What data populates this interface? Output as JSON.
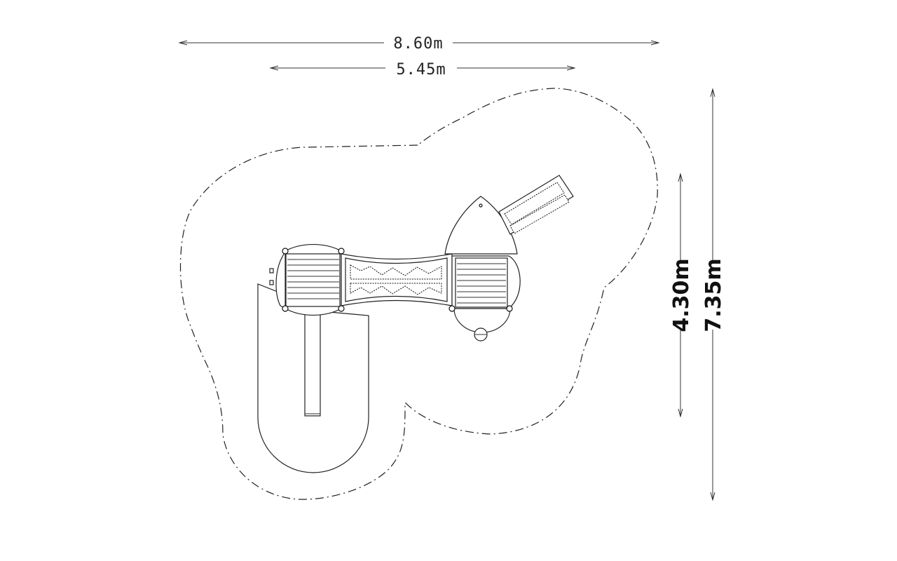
{
  "dimensions": {
    "overall_width": "8.60m",
    "inner_width": "5.45m",
    "inner_depth": "4.30m",
    "overall_depth": "7.35m"
  }
}
